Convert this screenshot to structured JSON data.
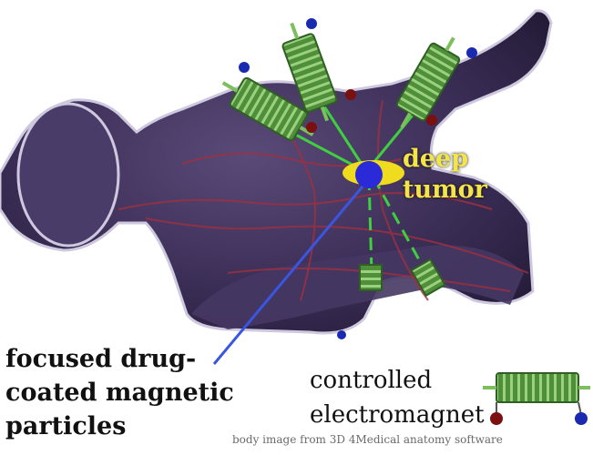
{
  "labels": {
    "tumor": [
      "deep",
      "tumor"
    ],
    "particles": [
      "focused drug-",
      "coated magnetic",
      "particles"
    ],
    "electromagnet": [
      "controlled",
      "electromagnet"
    ],
    "credit": "body image from 3D 4Medical anatomy software"
  },
  "colors": {
    "body_fill": "#3a2d55",
    "body_outline": "#cfc9df",
    "coil_green": "#4f8f3a",
    "coil_light": "#9ad07e",
    "beam_green": "#3fcf3f",
    "tumor_yellow": "#f0dc1e",
    "particles_blue": "#2a2ad8",
    "pointer_blue": "#3a56e0",
    "knob_blue": "#1a2ab0",
    "knob_red": "#7a1010",
    "vessel_red": "#a03040"
  }
}
